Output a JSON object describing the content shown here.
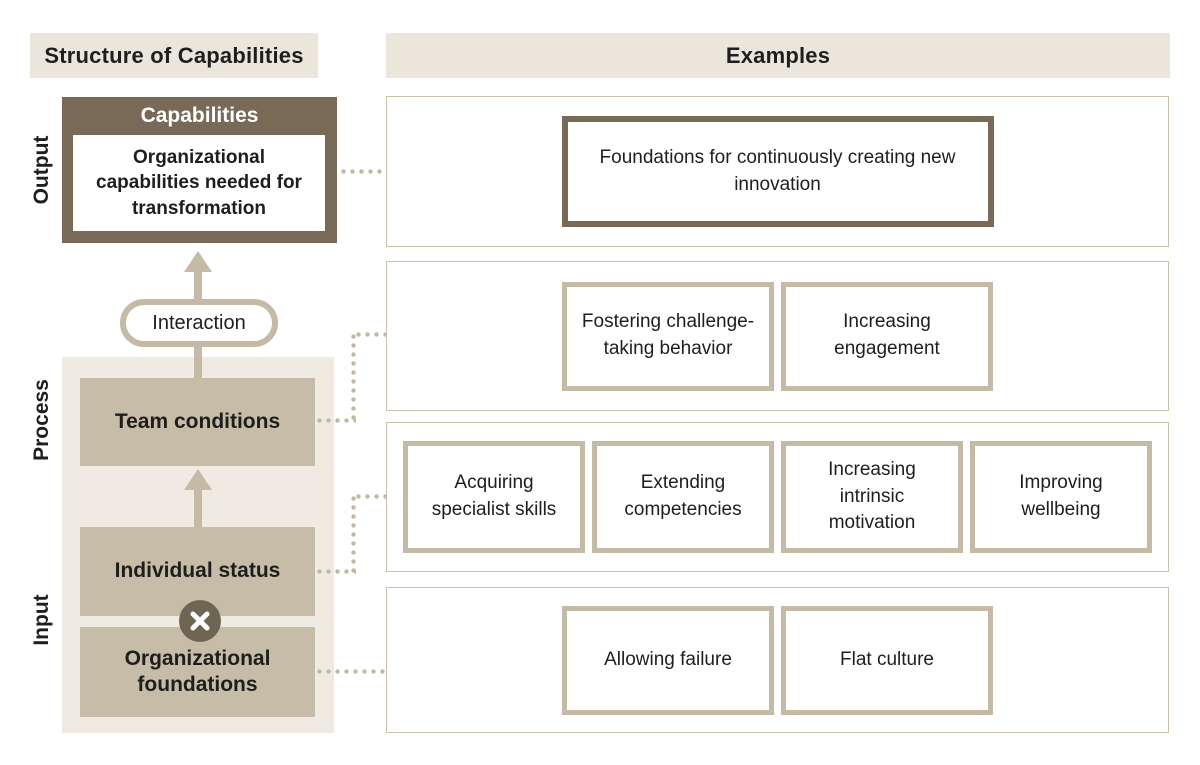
{
  "palette": {
    "brown": "#786a56",
    "brown_dark": "#6f6553",
    "tan_fill": "#c6bca7",
    "tan_border": "#c4baa5",
    "container_border": "#cac1ac",
    "header_bg": "#ebe6dc",
    "panel_bg": "#f0ebe2",
    "text": "#1e1e1c"
  },
  "icons": {
    "multiply_icon": "×",
    "arrow_up_icon": "↑"
  },
  "left_panel": {
    "header": "Structure of Capabilities",
    "stage_labels": [
      {
        "id": "output",
        "label": "Output"
      },
      {
        "id": "process",
        "label": "Process"
      },
      {
        "id": "input",
        "label": "Input"
      }
    ],
    "capabilities": {
      "title": "Capabilities",
      "body": "Organizational capabilities needed for transformation"
    },
    "interaction_label": "Interaction",
    "team_box": "Team conditions",
    "individual_box": "Individual status",
    "foundations_box": "Organizational foundations"
  },
  "right_panel": {
    "header": "Examples",
    "rows": [
      {
        "id": "output-examples",
        "items": [
          "Foundations for continuously creating new innovation"
        ]
      },
      {
        "id": "team-examples",
        "items": [
          "Fostering challenge-taking behavior",
          "Increasing engagement"
        ]
      },
      {
        "id": "individual-examples",
        "items": [
          "Acquiring specialist skills",
          "Extending competencies",
          "Increasing intrinsic motivation",
          "Improving wellbeing"
        ]
      },
      {
        "id": "foundation-examples",
        "items": [
          "Allowing failure",
          "Flat culture"
        ]
      }
    ]
  }
}
